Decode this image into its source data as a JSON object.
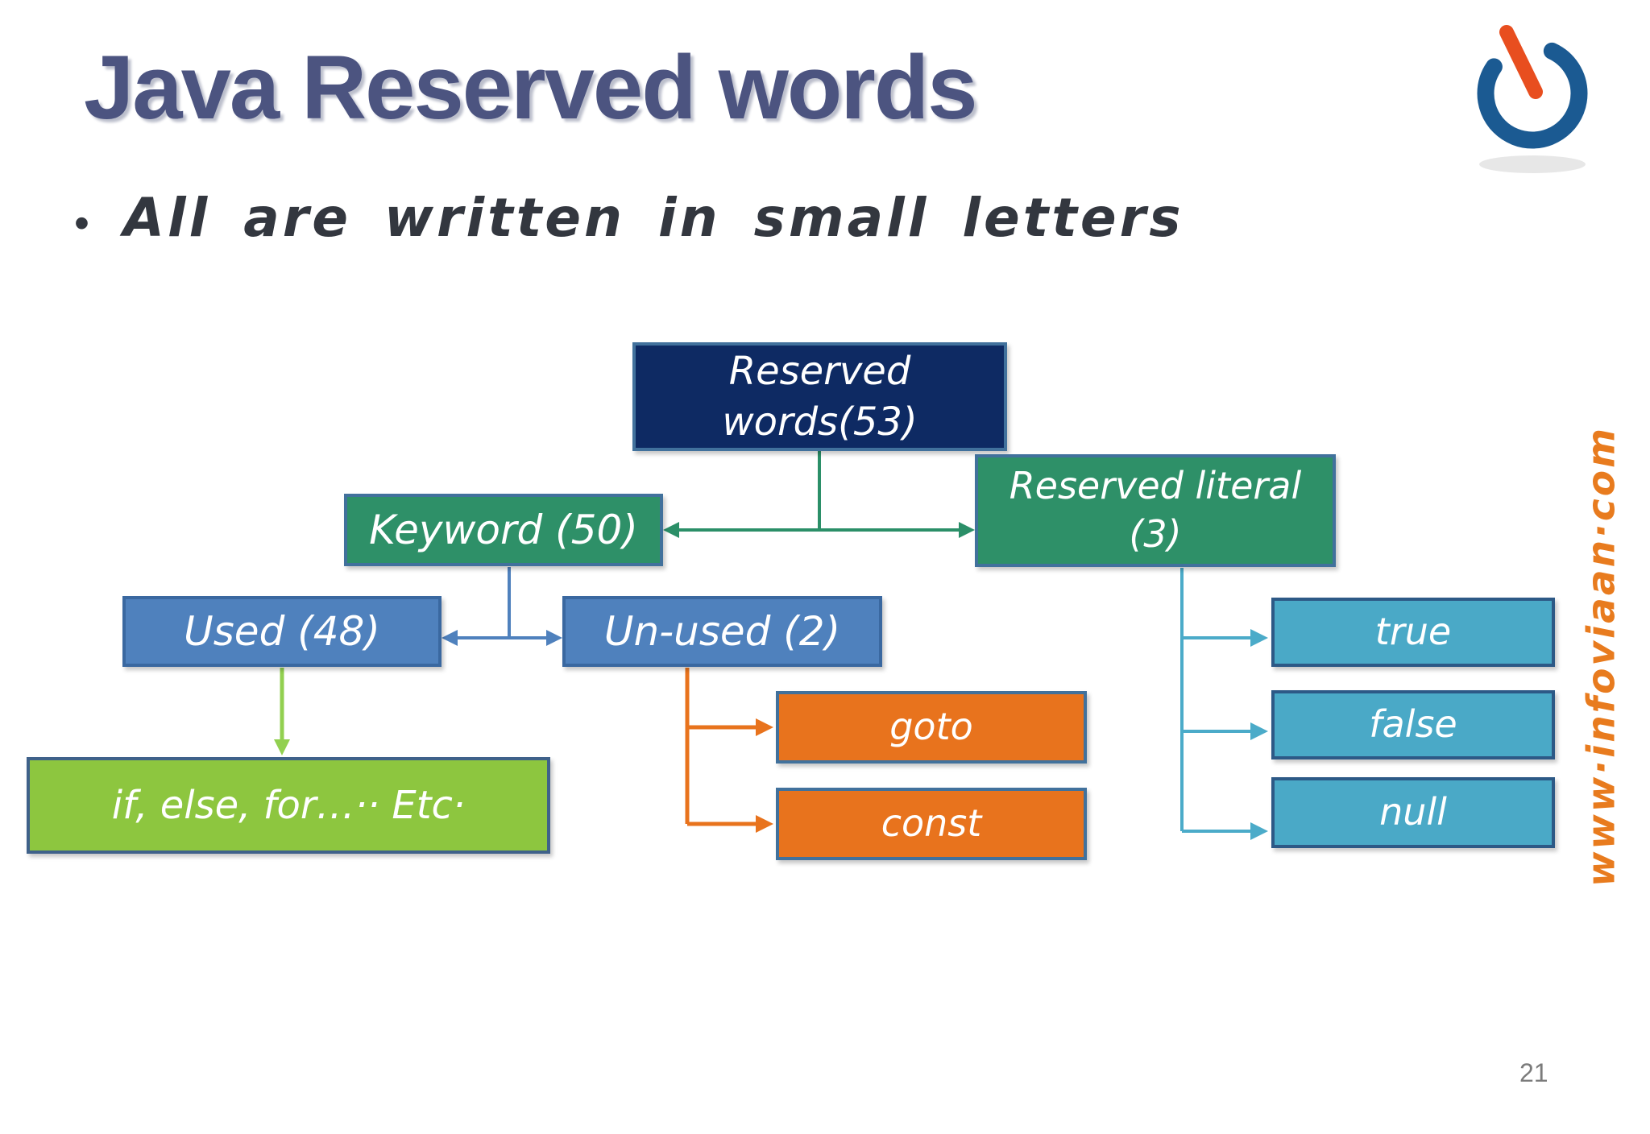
{
  "slide": {
    "title": "Java Reserved words",
    "bullet_marker": "•",
    "bullet": "All are written in small letters",
    "watermark": "www·infoviaan·com",
    "page_number": "21"
  },
  "diagram": {
    "nodes": {
      "reserved_words": {
        "label": "Reserved words(53)",
        "fill": "#0e2a63"
      },
      "keyword": {
        "label": "Keyword (50)",
        "fill": "#2e9068"
      },
      "reserved_literal": {
        "label": "Reserved literal (3)",
        "fill": "#2e9068"
      },
      "used": {
        "label": "Used (48)",
        "fill": "#4f81bd"
      },
      "unused": {
        "label": "Un-used (2)",
        "fill": "#4f81bd"
      },
      "used_examples": {
        "label": "if, else, for…·· Etc·",
        "fill": "#8dc63f"
      },
      "goto": {
        "label": "goto",
        "fill": "#e8731d"
      },
      "const": {
        "label": "const",
        "fill": "#e8731d"
      },
      "true": {
        "label": "true",
        "fill": "#4aa9c7"
      },
      "false": {
        "label": "false",
        "fill": "#4aa9c7"
      },
      "null": {
        "label": "null",
        "fill": "#4aa9c7"
      }
    },
    "connector_colors": {
      "top_split": "#2b8f68",
      "keyword_split": "#4f81bd",
      "used_branch": "#92d050",
      "unused_branch": "#e8731d",
      "literal_branch": "#4babc9"
    }
  },
  "logo": {
    "ring_color": "#1b5a92",
    "accent_color": "#e84e1f"
  },
  "palette": {
    "title_color": "#4c5480",
    "body_text_color": "#33373f",
    "watermark_color": "#e87b1e",
    "node_border": "#41719c"
  }
}
